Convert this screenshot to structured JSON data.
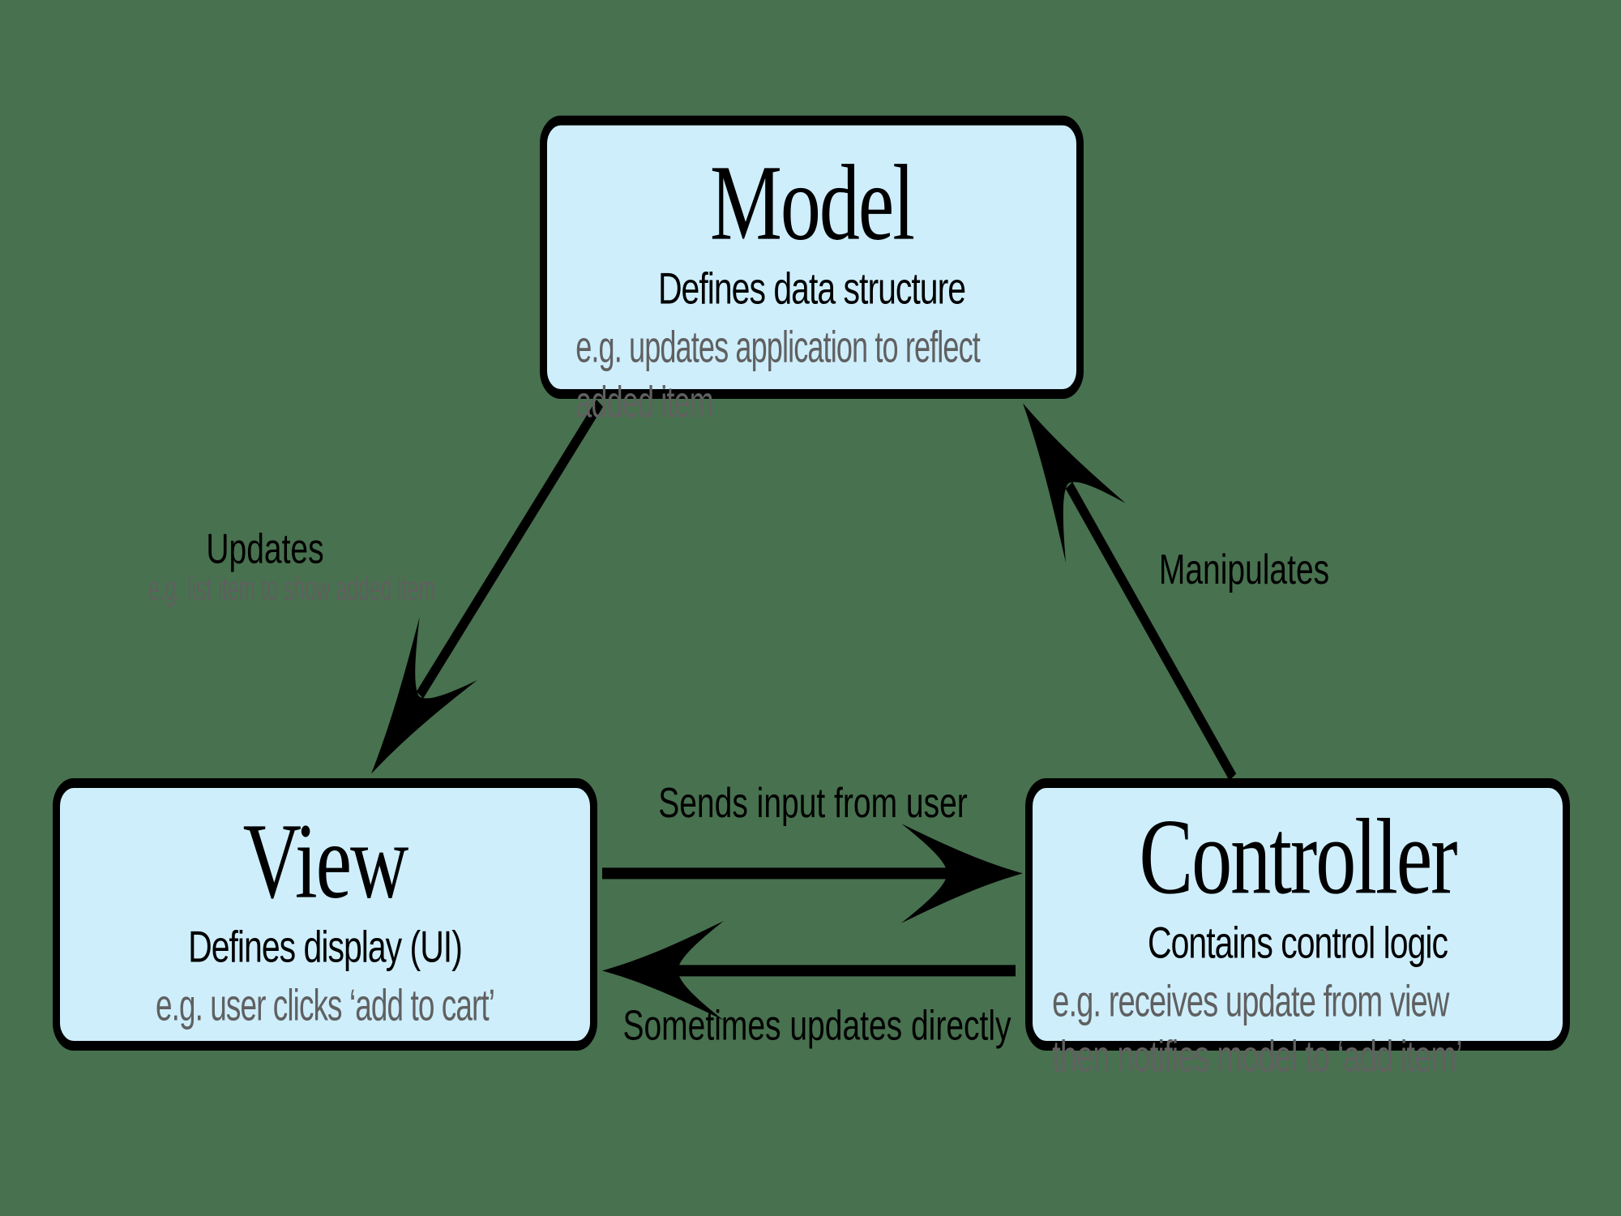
{
  "colors": {
    "background": "#48714F",
    "box_fill": "#CEEEFC",
    "box_border": "#000000",
    "text_primary": "#000000",
    "text_secondary": "#606060"
  },
  "boxes": {
    "model": {
      "title": "Model",
      "subtitle": "Defines data structure",
      "example_lines": [
        "e.g. updates application to reflect",
        "added item"
      ]
    },
    "view": {
      "title": "View",
      "subtitle": "Defines display (UI)",
      "example_lines": [
        "e.g. user clicks ‘add to cart’"
      ]
    },
    "controller": {
      "title": "Controller",
      "subtitle": "Contains control logic",
      "example_lines": [
        "e.g. receives update from view",
        "then notifies model to ‘add item’"
      ]
    }
  },
  "arrow_labels": {
    "updates": "Updates",
    "updates_example": "e.g. list item to show added item",
    "manipulates": "Manipulates",
    "sends_input": "Sends input from user",
    "sometimes_updates": "Sometimes updates directly"
  },
  "arrows": [
    {
      "name": "model-to-view",
      "from": "Model",
      "to": "View",
      "label": "Updates"
    },
    {
      "name": "controller-to-model",
      "from": "Controller",
      "to": "Model",
      "label": "Manipulates"
    },
    {
      "name": "view-to-controller",
      "from": "View",
      "to": "Controller",
      "label": "Sends input from user"
    },
    {
      "name": "controller-to-view",
      "from": "Controller",
      "to": "View",
      "label": "Sometimes updates directly"
    }
  ]
}
